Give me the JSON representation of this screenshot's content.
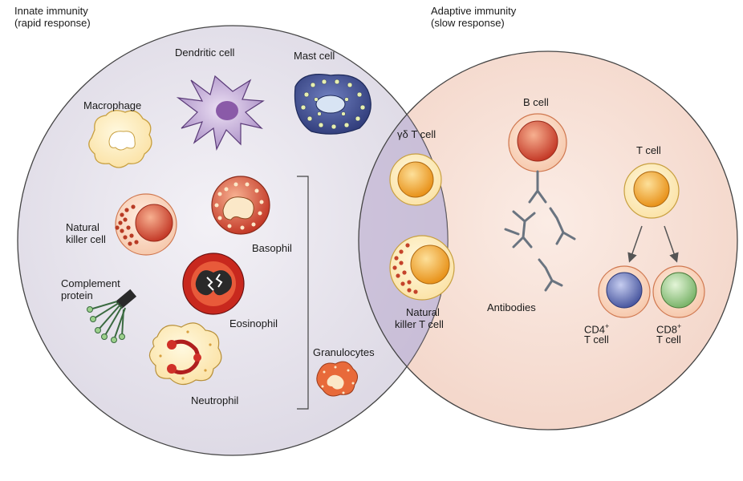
{
  "regions": {
    "innate": {
      "title": "Innate immunity",
      "subtitle": "(rapid response)"
    },
    "adaptive": {
      "title": "Adaptive immunity",
      "subtitle": "(slow response)"
    }
  },
  "labels": {
    "dendritic": "Dendritic cell",
    "mast": "Mast cell",
    "macrophage": "Macrophage",
    "nk_line1": "Natural",
    "nk_line2": "killer cell",
    "basophil": "Basophil",
    "complement_line1": "Complement",
    "complement_line2": "protein",
    "eosinophil": "Eosinophil",
    "neutrophil": "Neutrophil",
    "granulocytes": "Granulocytes",
    "gd_t": "γδ T cell",
    "nkt_line1": "Natural",
    "nkt_line2": "killer T cell",
    "b_cell": "B cell",
    "antibodies": "Antibodies",
    "t_cell": "T cell",
    "cd4_main": "CD4",
    "cd4_sup": "+",
    "cd4_line2": "T cell",
    "cd8_main": "CD8",
    "cd8_sup": "+",
    "cd8_line2": "T cell"
  },
  "colors": {
    "innate_fill": "#e6e3ec",
    "adaptive_fill": "#f7dfd5",
    "overlap_fill": "#c9bdd8",
    "orange_nucleus": "#f0a020",
    "red_nucleus": "#d04030",
    "cd4_blue": "#5a6ab0",
    "cd8_green": "#8cc080"
  }
}
